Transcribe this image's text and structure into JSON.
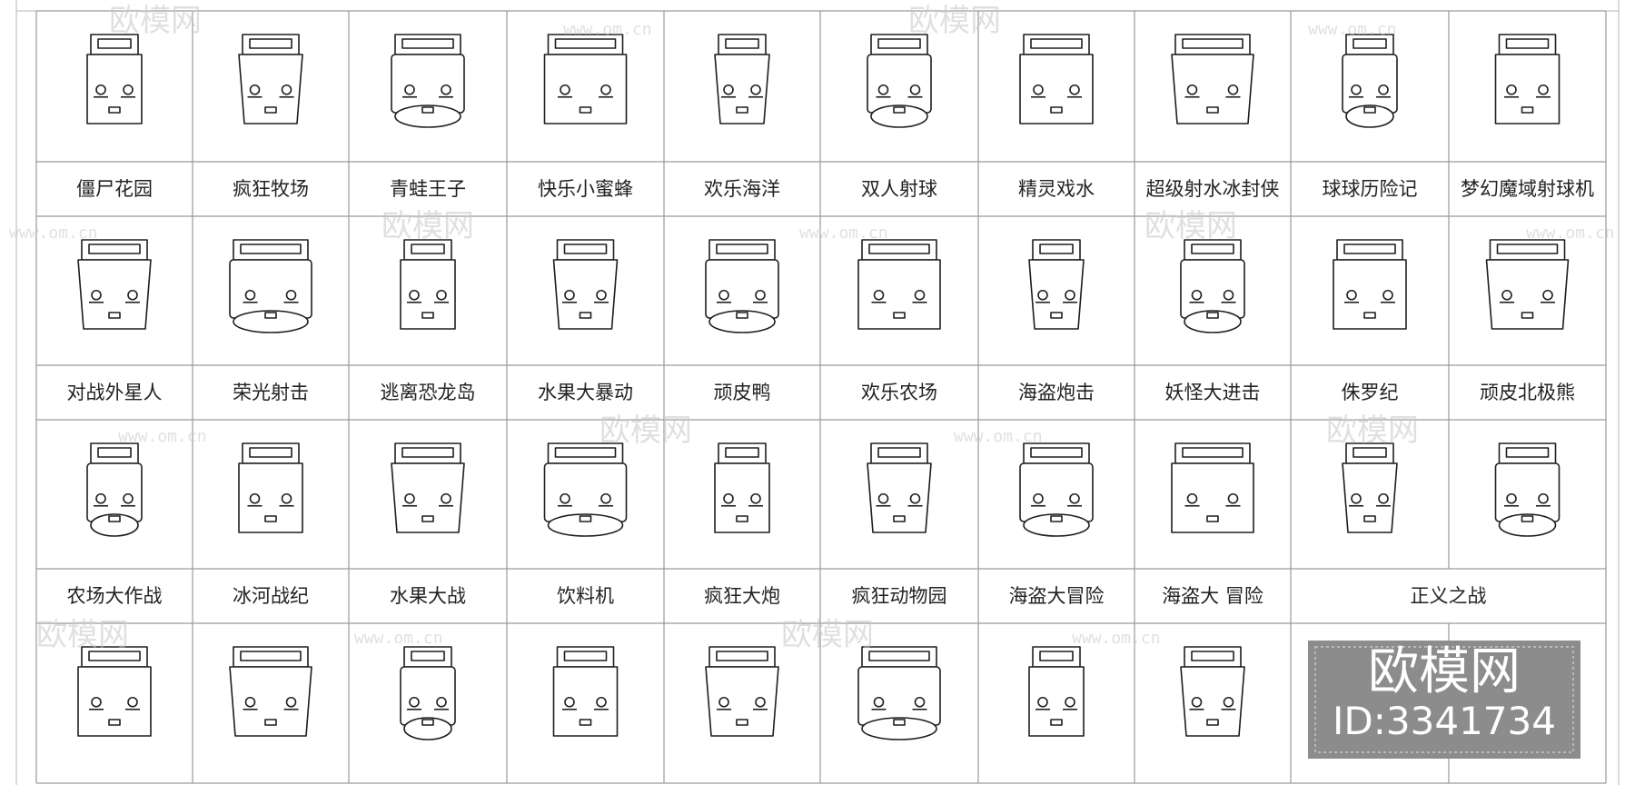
{
  "rows": [
    [
      "僵尸花园",
      "疯狂牧场",
      "青蛙王子",
      "快乐小蜜蜂",
      "欢乐海洋",
      "双人射球",
      "精灵戏水",
      "超级射水冰封侠",
      "球球历险记",
      "梦幻魔域射球机"
    ],
    [
      "对战外星人",
      "荣光射击",
      "逃离恐龙岛",
      "水果大暴动",
      "顽皮鸭",
      "欢乐农场",
      "海盗炮击",
      "妖怪大进击",
      "侏罗纪",
      "顽皮北极熊"
    ],
    [
      "农场大作战",
      "冰河战纪",
      "水果大战",
      "饮料机",
      "疯狂大炮",
      "疯狂动物园",
      "海盗大冒险",
      "海盗大  冒险",
      "正义之战",
      ""
    ]
  ],
  "watermark": {
    "brand": "欧模网",
    "url": "www.om.cn",
    "id_text": "ID:3341734"
  },
  "colors": {
    "grid": "#9a9a9a",
    "ink": "#1e1e1e",
    "watermark": "#c8c8c8",
    "logo_bg": "#8c8c8c"
  }
}
